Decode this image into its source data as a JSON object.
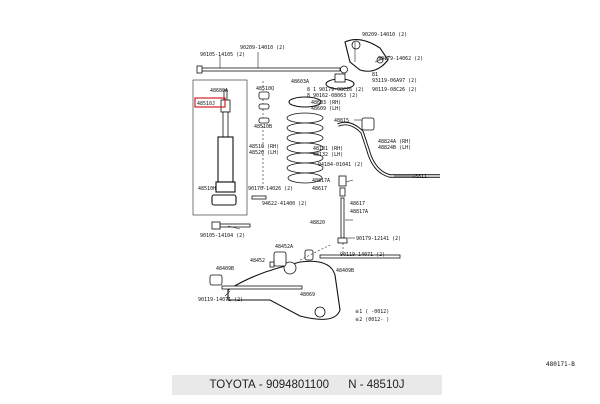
{
  "callouts": {
    "c90105_14105": "90105-14105 (2)",
    "c90209_14010_top": "90209-14010 (2)",
    "c90209_14010_right": "90209-14010 (2)",
    "c90179_14062": "90179-14062 (2)",
    "c48603A": "48603A",
    "c48680A": "48680A",
    "c48510Q": "48510Q",
    "c48510J": "48510J",
    "c48510B": "48510B",
    "c48510RH": "48510 (RH)",
    "c48520LH": "48520 (LH)",
    "c48510H": "48510H",
    "c90170_14026": "90170-14026 (2)",
    "c94622_41400": "94622-41400 (2)",
    "c90105_14104": "90105-14104 (2)",
    "c81": "81",
    "c93119_06A97": "93119-06A97 (2)",
    "c81_90179": "8 1 90179-08C26 (2)",
    "c8_90162": "8 90162-08063 (2)",
    "c90119_08C26": "90119-08C26 (2)",
    "c48603RH": "48603 (RH)",
    "c48609LH": "48609 (LH)",
    "c48815": "48815",
    "c48824A": "48824A (RH)",
    "c48824B": "48824B (LH)",
    "c48131RH": "48131 (RH)",
    "c48132LH": "48132 (LH)",
    "c94184_01041": "94184-01041 (2)",
    "c48817A_1": "48817A",
    "c48617_1": "48617",
    "c48811": "48811",
    "c48617_2": "48617",
    "c48817A_2": "48817A",
    "c48820": "48820",
    "c90179_12141": "90179-12141 (2)",
    "c48452A": "48452A",
    "c48452": "48452",
    "c90119_14071_r": "90119-14071 (2)",
    "c48409B_l": "48409B",
    "c48409B_r": "48409B",
    "c90119_14071_l": "90119-14071 (2)",
    "c48069": "48069",
    "legend1": "※1 (     -0012)",
    "legend2": "※2 (0012-     )"
  },
  "diagram_code": "480171-B",
  "footer": {
    "brand": "TOYOTA",
    "part_number": "9094801100",
    "part_ref": "N - 48510J",
    "highlight_color": "#d0202a"
  }
}
